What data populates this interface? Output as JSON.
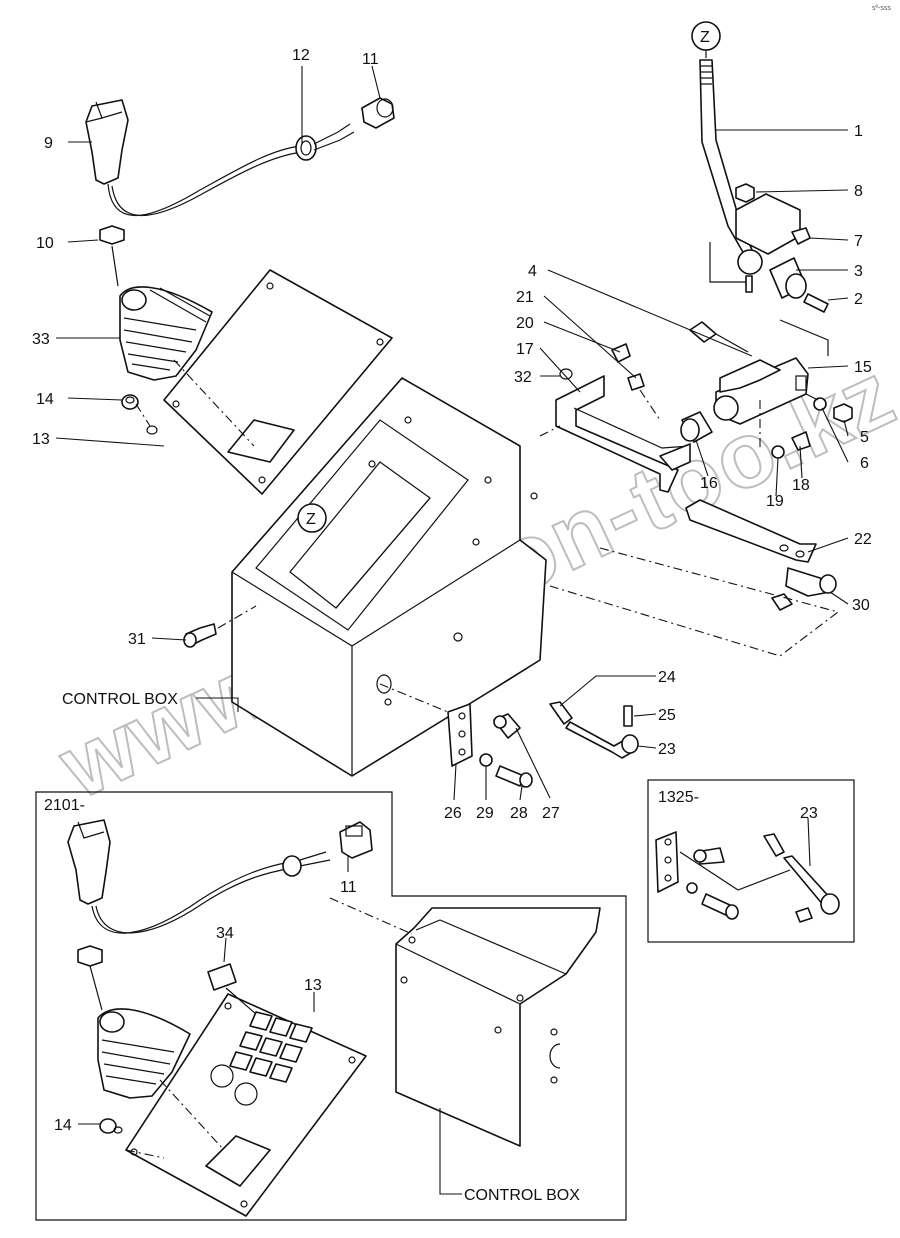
{
  "corner_mark": "sº-sss",
  "watermark": "www.sinhron-too.kz",
  "labels": {
    "control_box_main": "CONTROL BOX",
    "control_box_inset": "CONTROL BOX",
    "serial_inset_2101": "2101-",
    "serial_inset_1325": "1325-",
    "z_top": "Z",
    "z_mid": "Z"
  },
  "callouts": {
    "c1": "1",
    "c2": "2",
    "c3": "3",
    "c4": "4",
    "c5": "5",
    "c6": "6",
    "c7": "7",
    "c8": "8",
    "c9": "9",
    "c10": "10",
    "c11": "11",
    "c12": "12",
    "c13": "13",
    "c14": "14",
    "c15": "15",
    "c16": "16",
    "c17": "17",
    "c18": "18",
    "c19": "19",
    "c20": "20",
    "c21": "21",
    "c22": "22",
    "c23": "23",
    "c24": "24",
    "c25": "25",
    "c26": "26",
    "c27": "27",
    "c28": "28",
    "c29": "29",
    "c30": "30",
    "c31": "31",
    "c32": "32",
    "c33": "33",
    "i11": "11",
    "i13": "13",
    "i14": "14",
    "i34": "34",
    "j23": "23"
  }
}
